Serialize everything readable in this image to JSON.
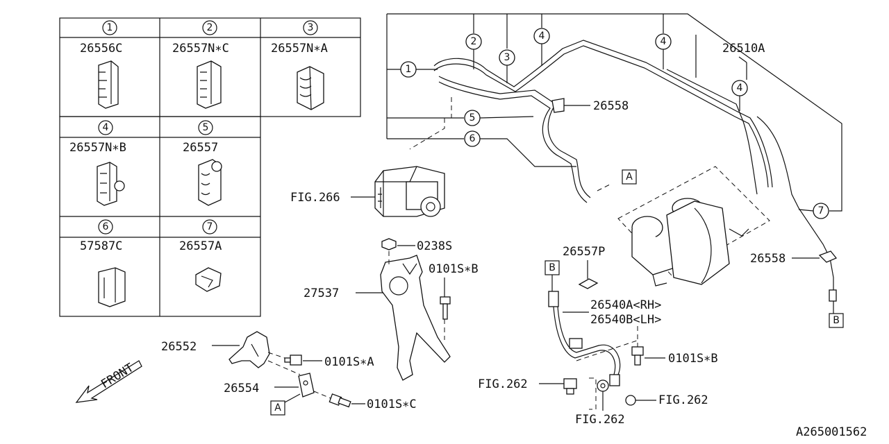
{
  "table": {
    "cells": [
      {
        "num": "1",
        "part": "26556C"
      },
      {
        "num": "2",
        "part": "26557N∗C"
      },
      {
        "num": "3",
        "part": "26557N∗A"
      },
      {
        "num": "4",
        "part": "26557N∗B"
      },
      {
        "num": "5",
        "part": "26557"
      },
      {
        "num": "6",
        "part": "57587C"
      },
      {
        "num": "7",
        "part": "26557A"
      }
    ]
  },
  "callouts": {
    "c1": "1",
    "c2": "2",
    "c3": "3",
    "c4a": "4",
    "c4b": "4",
    "c4c": "4",
    "c5": "5",
    "c6": "6",
    "c7": "7"
  },
  "labels": {
    "l26510A": "26510A",
    "l26558a": "26558",
    "l26558b": "26558",
    "fig266": "FIG.266",
    "l0238S": "0238S",
    "l0101SB_top": "0101S∗B",
    "l27537": "27537",
    "l26557P": "26557P",
    "l26540A": "26540A<RH>",
    "l26540B": "26540B<LH>",
    "l26552": "26552",
    "l0101SA": "0101S∗A",
    "l0101SB_bot": "0101S∗B",
    "l26554": "26554",
    "l0101SC": "0101S∗C",
    "fig262a": "FIG.262",
    "fig262b": "FIG.262",
    "fig262c": "FIG.262",
    "front": "FRONT",
    "diagram_id": "A265001562"
  },
  "refs": {
    "refA_top": "A",
    "refA_bot": "A",
    "refB_left": "B",
    "refB_right": "B"
  }
}
